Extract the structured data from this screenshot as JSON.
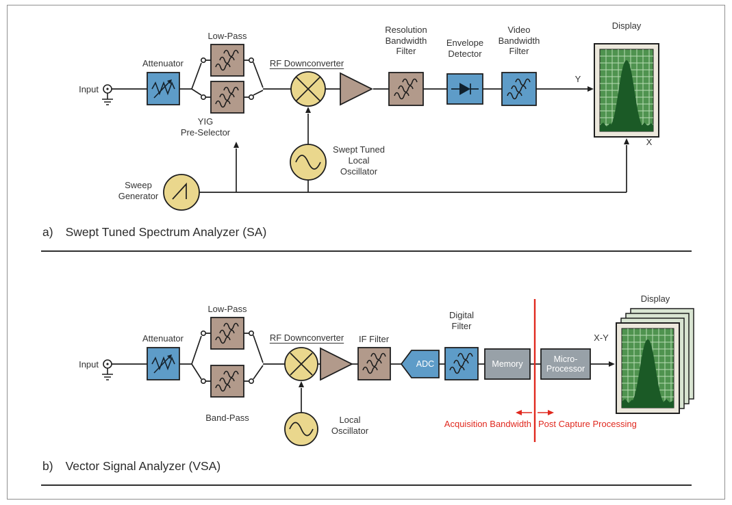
{
  "figure": {
    "type": "block-diagram",
    "panels": [
      "a",
      "b"
    ]
  },
  "colors": {
    "block_blue": "#5E9CC8",
    "block_tan": "#B29A8B",
    "circle_yellow": "#EAD78D",
    "block_gray": "#98A1A8",
    "display_bezel": "#ECE8DC",
    "display_green": "#4F934F",
    "display_trace": "#1B5A26",
    "accent_red": "#E0281E",
    "wire": "#1E1E1E"
  },
  "diagram_a": {
    "caption_prefix": "a)",
    "caption": "Swept Tuned Spectrum Analyzer (SA)",
    "labels": {
      "input": "Input",
      "attenuator": "Attenuator",
      "low_pass": "Low-Pass",
      "yig_preselector": "YIG\nPre-Selector",
      "rf_downconverter": "RF Downconverter",
      "resolution_bw_filter": "Resolution\nBandwidth\nFilter",
      "envelope_detector": "Envelope\nDetector",
      "video_bw_filter": "Video\nBandwidth\nFilter",
      "display": "Display",
      "y_axis": "Y",
      "x_axis": "X",
      "swept_lo": "Swept Tuned\nLocal\nOscillator",
      "sweep_generator": "Sweep\nGenerator"
    }
  },
  "diagram_b": {
    "caption_prefix": "b)",
    "caption": "Vector Signal Analyzer (VSA)",
    "labels": {
      "input": "Input",
      "attenuator": "Attenuator",
      "low_pass": "Low-Pass",
      "band_pass": "Band-Pass",
      "rf_downconverter": "RF Downconverter",
      "if_filter": "IF Filter",
      "adc": "ADC",
      "digital_filter": "Digital\nFilter",
      "memory": "Memory",
      "micro_processor": "Micro-\nProcessor",
      "xy_axis": "X-Y",
      "display": "Display",
      "local_oscillator": "Local\nOscillator",
      "acquisition_bandwidth": "Acquisition Bandwidth",
      "post_capture_processing": "Post Capture Processing"
    }
  }
}
